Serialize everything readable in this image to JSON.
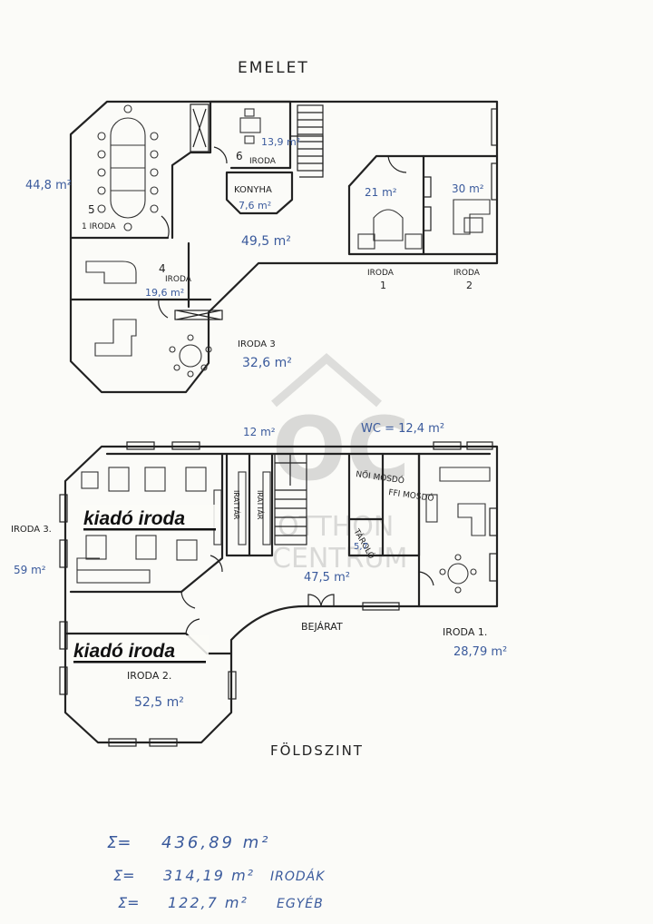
{
  "floors": {
    "upper": {
      "title": "EMELET",
      "rooms": [
        {
          "key": "r5",
          "number": "5",
          "label": "1 IRODA",
          "area": "44,8 m²"
        },
        {
          "key": "r6",
          "number": "6",
          "label": "IRODA",
          "area": "13,9 m²"
        },
        {
          "key": "kitchen",
          "label": "KONYHA",
          "area": "7,6 m²"
        },
        {
          "key": "hall",
          "area": "49,5 m²"
        },
        {
          "key": "r4",
          "number": "4",
          "label": "IRODA",
          "area": "19,6 m²"
        },
        {
          "key": "r3",
          "label": "IRODA 3",
          "area": "32,6 m²"
        },
        {
          "key": "r1",
          "number": "1",
          "label": "IRODA",
          "area": "21 m²"
        },
        {
          "key": "r2",
          "number": "2",
          "label": "IRODA",
          "area": "30 m²"
        }
      ]
    },
    "ground": {
      "title": "FÖLDSZINT",
      "rooms": [
        {
          "key": "r3",
          "label": "IRODA 3.",
          "area": "59 m²",
          "callout": "kiadó iroda"
        },
        {
          "key": "r2",
          "label": "IRODA 2.",
          "area": "52,5 m²",
          "callout": "kiadó iroda"
        },
        {
          "key": "r1",
          "label": "IRODA 1.",
          "area": "28,79 m²"
        },
        {
          "key": "stair",
          "area": "12 m²"
        },
        {
          "key": "wc",
          "area": "WC = 12,4 m²"
        },
        {
          "key": "hall",
          "area": "47,5 m²"
        },
        {
          "key": "store",
          "label": "TÁROLÓ",
          "area": "5,7"
        },
        {
          "key": "noi",
          "label": "NŐI MOSDÓ"
        },
        {
          "key": "ffi",
          "label": "FFI MOSDÓ"
        },
        {
          "key": "iratt1",
          "label": "IRATTÁR"
        },
        {
          "key": "iratt2",
          "label": "IRATTÁR"
        }
      ],
      "entrance": "BEJÁRAT"
    }
  },
  "totals": [
    {
      "symbol": "Σ=",
      "value": "436,89 m²",
      "note": ""
    },
    {
      "symbol": "Σ=",
      "value": "314,19 m²",
      "note": "IRODÁK"
    },
    {
      "symbol": "Σ=",
      "value": "122,7 m²",
      "note": "EGYÉB"
    }
  ],
  "watermark": {
    "mark": "OC",
    "line1": "OTTHON",
    "line2": "CENTRUM"
  }
}
